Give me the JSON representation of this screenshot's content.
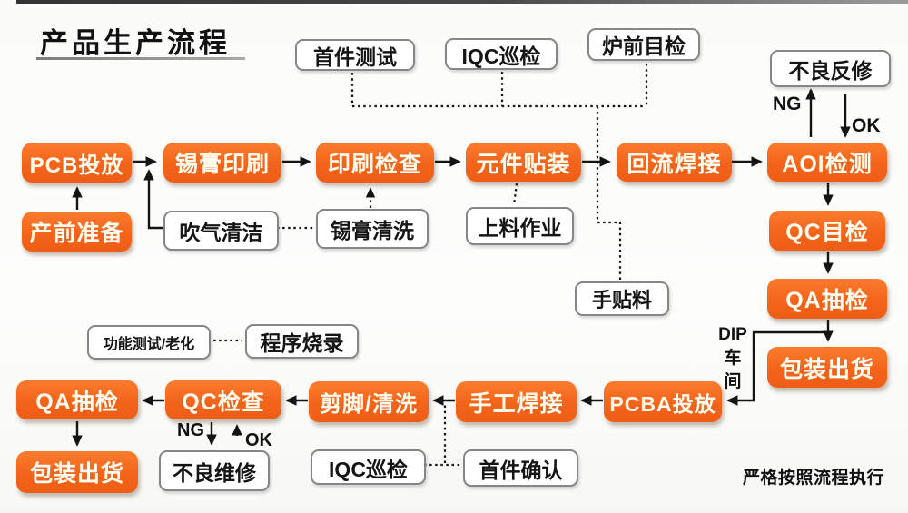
{
  "title": "产品生产流程",
  "footer": {
    "note": "严格按照流程执行"
  },
  "colors": {
    "node_orange": "#f3641b",
    "node_text": "#fffdf0",
    "line": "#141414"
  },
  "nodes": {
    "pcb_release": "PCB投放",
    "pre_production": "产前准备",
    "solder_paste_print": "锡膏印刷",
    "print_inspect": "印刷检查",
    "smt_place": "元件贴装",
    "reflow_solder": "回流焊接",
    "aoi_inspect": "AOI检测",
    "qc_visual": "QC目检",
    "qa_sample_right": "QA抽检",
    "pack_ship_right": "包装出货",
    "qa_sample_bottom": "QA抽检",
    "qc_check": "QC检查",
    "trim_clean": "剪脚/清洗",
    "hand_solder": "手工焊接",
    "pcba_release": "PCBA投放",
    "pack_ship_bottom": "包装出货"
  },
  "notes": {
    "first_article_test": "首件测试",
    "iqc_patrol_top": "IQC巡检",
    "furnace_visual_inspect": "炉前目检",
    "defect_rework": "不良反修",
    "air_clean": "吹气清洁",
    "paste_clean": "锡膏清洗",
    "loading_operation": "上料作业",
    "hand_placement": "手贴料",
    "func_test_aging": "功能测试/老化",
    "program_burning": "程序烧录",
    "defect_repair": "不良维修",
    "iqc_patrol_bottom": "IQC巡检",
    "first_article_confirm": "首件确认"
  },
  "labels": {
    "ng_top": "NG",
    "ok_top": "OK",
    "ng_bottom": "NG",
    "ok_bottom": "OK",
    "dip_lines": [
      "DIP",
      "车",
      "间"
    ]
  }
}
